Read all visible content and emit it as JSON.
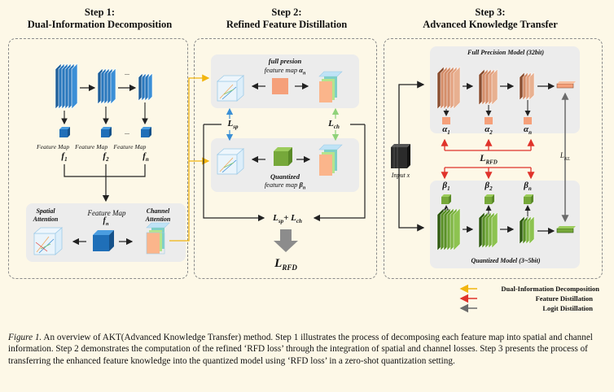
{
  "steps": [
    {
      "label": "Step 1:",
      "title": "Dual-Information Decomposition"
    },
    {
      "label": "Step 2:",
      "title": "Refined Feature Distillation"
    },
    {
      "label": "Step 3:",
      "title": "Advanced Knowledge Transfer"
    }
  ],
  "step1": {
    "feature_map_label": "Feature Map",
    "f1": "f",
    "f1_sub": "1",
    "f2": "f",
    "f2_sub": "2",
    "fn": "f",
    "fn_sub": "n",
    "ellipsis": "...",
    "spatial_attention": "Spatial Attention",
    "feature_map_n_label": "Feature Map",
    "fn_center": "f",
    "fn_center_sub": "n",
    "channel_attention": "Channel Attention"
  },
  "step2": {
    "top_line1": "full presion",
    "top_line2": "feature map",
    "alpha": "α",
    "alpha_sub": "n",
    "bottom_line1": "Quantized",
    "bottom_line2": "feature map",
    "beta": "β",
    "beta_sub": "n",
    "l_sp": "L",
    "l_sp_sub": "sp",
    "l_ch": "L",
    "l_ch_sub": "ch",
    "sum_a": "L",
    "sum_a_sub": "sp",
    "sum_plus": "+ L",
    "sum_b_sub": "ch",
    "l_rfd": "L",
    "l_rfd_sub": "RFD"
  },
  "step3": {
    "fp_model": "Full Precision Model (32bit)",
    "q_model": "Quantized Model (3~5bit)",
    "input": "Input x",
    "alpha1": "α",
    "alpha1_sub": "1",
    "alpha2": "α",
    "alpha2_sub": "2",
    "alphan": "α",
    "alphan_sub": "n",
    "beta1": "β",
    "beta1_sub": "1",
    "beta2": "β",
    "beta2_sub": "2",
    "betan": "β",
    "betan_sub": "n",
    "l_rfd": "L",
    "l_rfd_sub": "RFD",
    "l_kl": "L",
    "l_kl_sub": "KL"
  },
  "legend": [
    {
      "label": "Dual-Information Decomposition",
      "color": "#f2b50f"
    },
    {
      "label": "Feature Distillation",
      "color": "#e0332b"
    },
    {
      "label": "Logit Distillation",
      "color": "#6b6b6b"
    }
  ],
  "caption": {
    "figure_label": "Figure 1.",
    "text": " An overview of AKT(Advanced Knowledge Transfer) method. Step 1 illustrates the process of decomposing each feature map into spatial and channel information. Step 2 demonstrates the computation of the refined ‘RFD loss’ through the integration of spatial and channel losses. Step 3 presents the process of transferring the enhanced feature knowledge into the quantized model using ‘RFD loss’ in a zero-shot quantization setting."
  }
}
